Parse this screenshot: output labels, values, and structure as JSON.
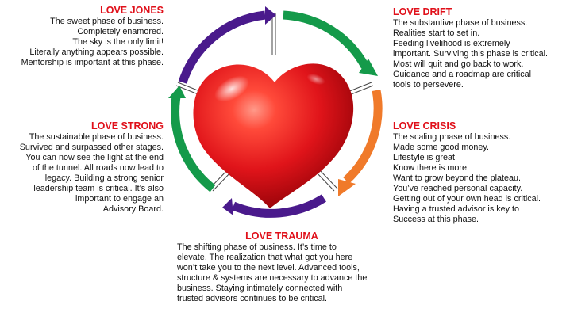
{
  "phases": {
    "jones": {
      "title": "LOVE JONES",
      "lines": [
        "The sweet phase of business.",
        "Completely enamored.",
        "The sky is the only limit!",
        "Literally anything appears possible.",
        "Mentorship is important at this phase."
      ]
    },
    "drift": {
      "title": "LOVE DRIFT",
      "lines": [
        "The substantive phase of business.",
        "Realities start to set in.",
        "Feeding livelihood is extremely",
        "important. Surviving this phase is critical.",
        "Most will quit and go back to work.",
        "Guidance and a roadmap are critical",
        "tools to persevere."
      ]
    },
    "strong": {
      "title": "LOVE STRONG",
      "lines": [
        "The sustainable phase of business.",
        "Survived and surpassed other stages.",
        "You can now see the light at the end",
        "of the tunnel.  All roads now lead to",
        "legacy. Building a strong senior",
        "leadership team is critical.  It’s also",
        "important to engage an",
        "Advisory Board."
      ]
    },
    "crisis": {
      "title": "LOVE CRISIS",
      "lines": [
        "The scaling phase of business.",
        "Made some good money.",
        "Lifestyle is great.",
        "Know there is more.",
        "Want to grow beyond the plateau.",
        "You’ve reached personal capacity.",
        "Getting out of your own head is critical.",
        "Having a trusted advisor is key to",
        "Success at this phase."
      ]
    },
    "trauma": {
      "title": "LOVE TRAUMA",
      "lines": [
        "The shifting phase of business.  It’s time to",
        "elevate.  The realization that what got you here",
        "won’t take you to the next level.  Advanced tools,",
        "structure & systems are necessary to advance the",
        "business.  Staying intimately connected with",
        "trusted advisors continues to be critical."
      ]
    }
  },
  "colors": {
    "title": "#e0101a",
    "green": "#149a4a",
    "purple": "#4a1a8c",
    "orange": "#f07a2a",
    "heart": "#e21e1e"
  },
  "icons": [
    "heart-icon",
    "cycle-arrows"
  ]
}
